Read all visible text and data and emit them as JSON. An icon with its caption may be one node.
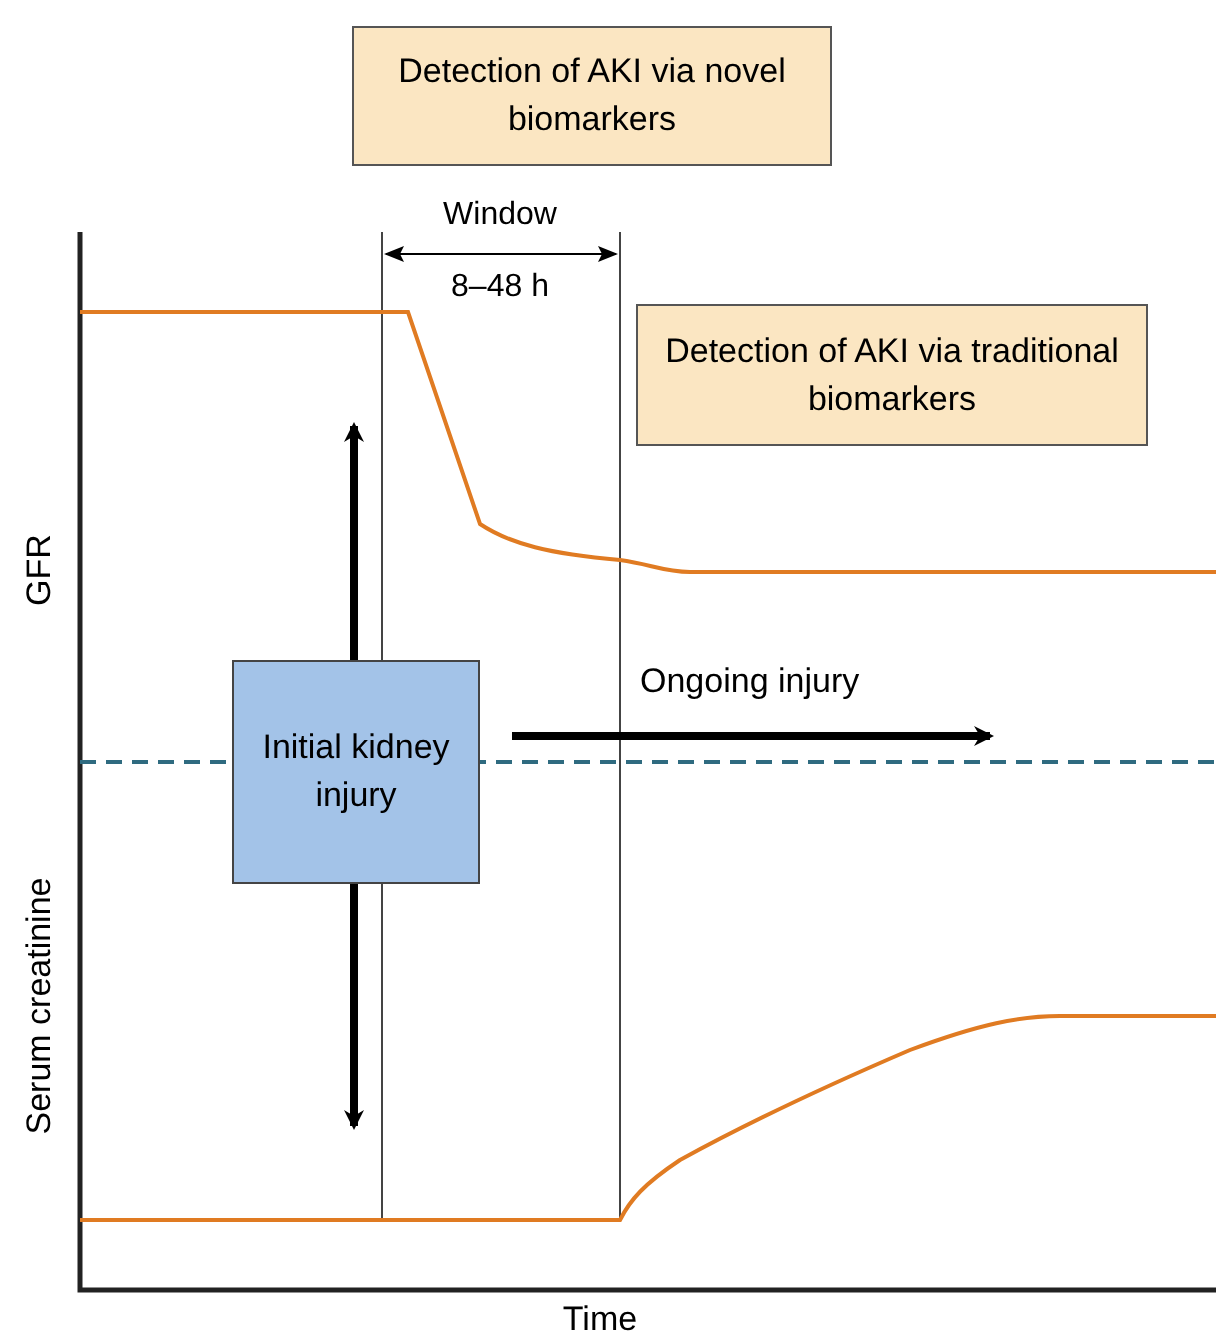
{
  "diagram": {
    "nodes": [
      {
        "text": [
          "Detection of AKI via novel biomarkers"
        ]
      },
      {
        "text": [
          "Detection of AKI via traditional biomarkers"
        ]
      },
      {
        "text": [
          "Initial kidney injury"
        ]
      }
    ],
    "edges": [
      {
        "from": 2,
        "to": null,
        "arrow": "to"
      },
      {
        "from": 2,
        "to": null,
        "arrow": "to"
      },
      {
        "from": 2,
        "to": null,
        "arrow": "to",
        "label": "Ongoing injury"
      }
    ],
    "labels": [
      "Window",
      "8–48 h",
      "GFR",
      "Serum creatinine",
      "Time"
    ]
  }
}
